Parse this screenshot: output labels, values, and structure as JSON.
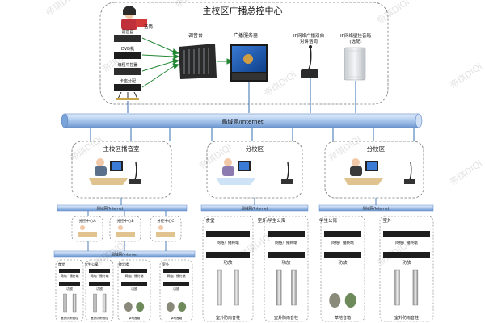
{
  "title": "主校区广播总控中心",
  "source_devices": [
    "调音器",
    "DVD机",
    "编程中控器",
    "卡座分配"
  ],
  "source_tag": "话筒",
  "mixer_label": "调音台",
  "server_label": "广播服务器",
  "ip_paging_label": [
    "IP网络广播双向",
    "对讲话筒"
  ],
  "ip_speaker_label": [
    "IP网络壁挂音箱",
    "(选配)"
  ],
  "lan_label": "局域网/Internet",
  "campuses": [
    {
      "label": "主校区播音室"
    },
    {
      "label": "分校区"
    },
    {
      "label": "分校区"
    }
  ],
  "sub_lan_label": "局域网/Internet",
  "sub_controls": [
    "分控中心A",
    "分控中心B",
    "分控中心C"
  ],
  "zone_labels": [
    {
      "name": "食堂",
      "terminal": "网络广播终端",
      "amp": "功放",
      "speaker": "室外防雨音柱"
    },
    {
      "name": "学生公寓",
      "terminal": "网络广播终端",
      "amp": "功放",
      "speaker": "室外防雨音柱"
    },
    {
      "name": "教学楼",
      "terminal": "网络广播终端",
      "amp": "功放",
      "speaker": "草地音箱"
    },
    {
      "name": "室外",
      "terminal": "网络广播终端",
      "amp": "功放",
      "speaker": "草地音箱"
    },
    {
      "name": "食堂",
      "terminal": "网络广播终端",
      "amp": "功放",
      "speaker": "室外防雨音柱"
    },
    {
      "name": "室外/学生公寓",
      "terminal": "网络广播终端",
      "amp": "功放",
      "speaker": "室外防雨音柱"
    },
    {
      "name": "学生公寓",
      "terminal": "网络广播终端",
      "amp": "功放",
      "speaker": "草地音箱"
    },
    {
      "name": "室外",
      "terminal": "网络广播终端",
      "amp": "功放",
      "speaker": "室外防雨音柱"
    }
  ],
  "watermark": "帝琪DIQI",
  "colors": {
    "pipe": "#a8c6ec",
    "pipe_edge": "#5b86c2",
    "link": "#1f5fa8",
    "box_dash": "#777777"
  }
}
